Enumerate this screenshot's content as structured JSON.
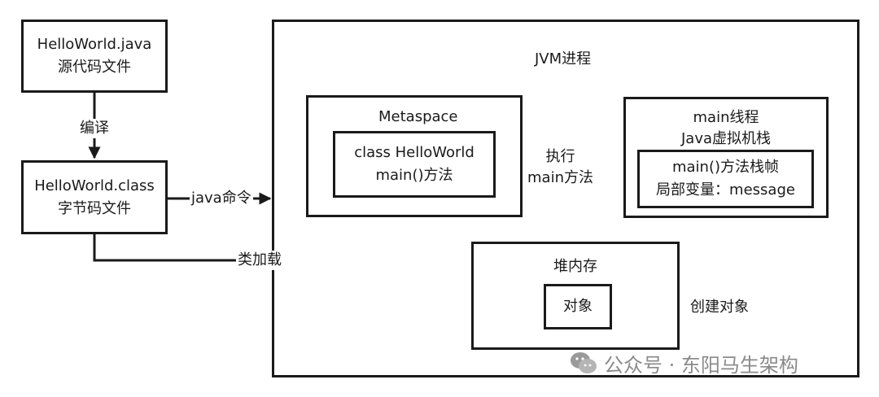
{
  "nodes": {
    "source_file": {
      "line1": "HelloWorld.java",
      "line2": "源代码文件"
    },
    "class_file": {
      "line1": "HelloWorld.class",
      "line2": "字节码文件"
    },
    "jvm": {
      "title": "JVM进程"
    },
    "metaspace": {
      "title": "Metaspace",
      "inner_line1": "class HelloWorld",
      "inner_line2": "main()方法"
    },
    "main_thread": {
      "title_line1": "main线程",
      "title_line2": "Java虚拟机栈",
      "frame_line1": "main()方法栈帧",
      "frame_line2": "局部变量：message"
    },
    "heap": {
      "title": "堆内存",
      "object": "对象"
    }
  },
  "edges": {
    "compile": "编译",
    "java_command": "java命令",
    "class_loading": "类加载",
    "execute_line1": "执行",
    "execute_line2": "main方法",
    "create_object": "创建对象"
  },
  "watermark": {
    "text": "公众号 · 东阳马生架构",
    "icon": "wechat-icon"
  },
  "colors": {
    "stroke": "#1a1a1a",
    "background": "#ffffff",
    "watermark": "#8a8a8a"
  }
}
